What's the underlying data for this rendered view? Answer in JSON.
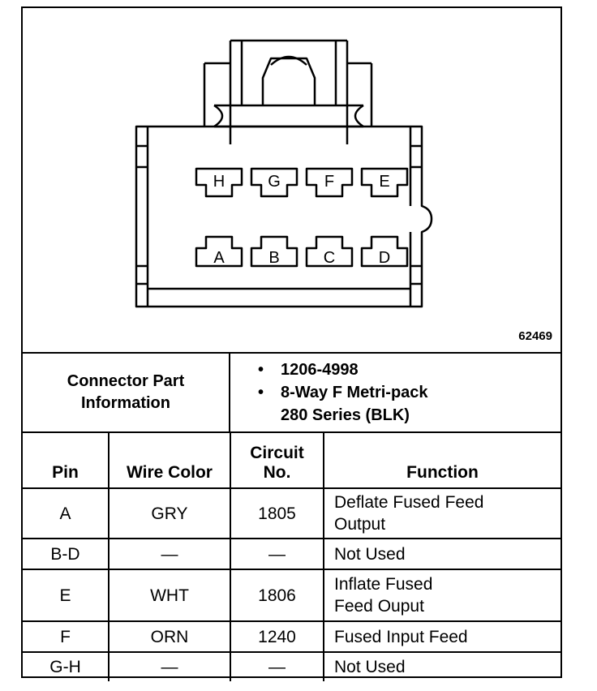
{
  "figure_id": "62469",
  "pins_top": [
    "H",
    "G",
    "F",
    "E"
  ],
  "pins_bottom": [
    "A",
    "B",
    "C",
    "D"
  ],
  "connector_info": {
    "label_line1": "Connector Part",
    "label_line2": "Information",
    "bullet": "•",
    "items": [
      {
        "line1": "1206-4998",
        "line2": ""
      },
      {
        "line1": "8-Way F Metri-pack",
        "line2": "280 Series (BLK)"
      }
    ]
  },
  "table": {
    "headers": {
      "pin": "Pin",
      "wire_color": "Wire Color",
      "circuit_line1": "Circuit",
      "circuit_line2": "No.",
      "function": "Function"
    },
    "rows": [
      {
        "pin": "A",
        "wire_color": "GRY",
        "circuit": "1805",
        "function_line1": "Deflate Fused Feed",
        "function_line2": "Output"
      },
      {
        "pin": "B-D",
        "wire_color": "—",
        "circuit": "—",
        "function_line1": "Not Used",
        "function_line2": ""
      },
      {
        "pin": "E",
        "wire_color": "WHT",
        "circuit": "1806",
        "function_line1": "Inflate Fused",
        "function_line2": "Feed Ouput"
      },
      {
        "pin": "F",
        "wire_color": "ORN",
        "circuit": "1240",
        "function_line1": "Fused Input Feed",
        "function_line2": ""
      },
      {
        "pin": "G-H",
        "wire_color": "—",
        "circuit": "—",
        "function_line1": "Not Used",
        "function_line2": ""
      }
    ]
  }
}
